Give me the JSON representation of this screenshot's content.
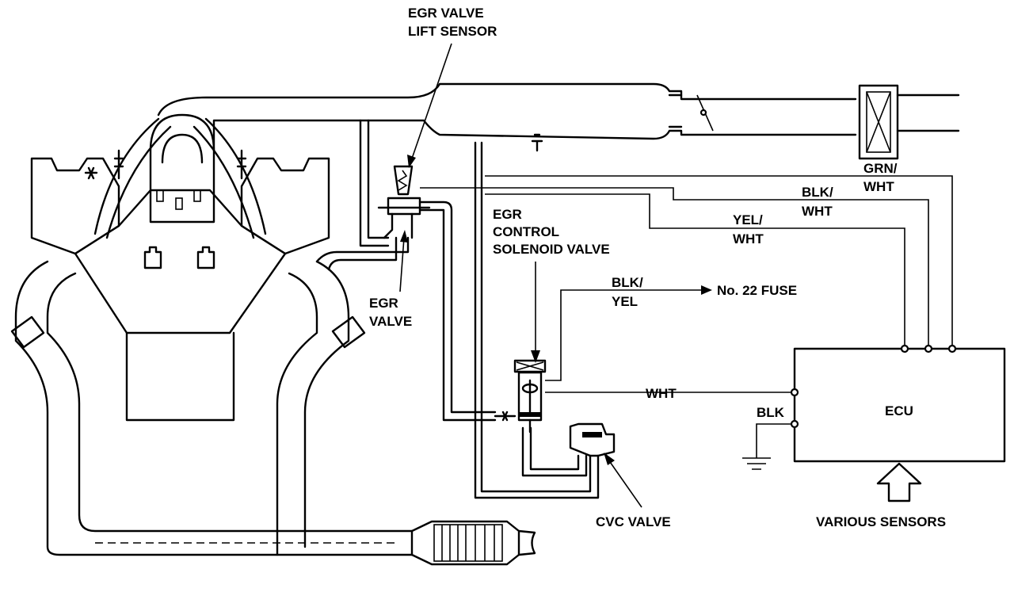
{
  "labels": {
    "egr_lift_sensor": [
      "EGR VALVE",
      "LIFT SENSOR"
    ],
    "egr_valve": [
      "EGR",
      "VALVE"
    ],
    "egr_solenoid": [
      "EGR",
      "CONTROL",
      "SOLENOID VALVE"
    ],
    "cvc_valve": "CVC VALVE",
    "ecu": "ECU",
    "various_sensors": "VARIOUS SENSORS",
    "fuse": "No. 22 FUSE"
  },
  "wires": {
    "grn_wht": [
      "GRN/",
      "WHT"
    ],
    "blk_wht": [
      "BLK/",
      "WHT"
    ],
    "yel_wht": [
      "YEL/",
      "WHT"
    ],
    "blk_yel": [
      "BLK/",
      "YEL"
    ],
    "wht": "WHT",
    "blk": "BLK"
  },
  "colors": {
    "ink": "#000000",
    "paper": "#ffffff"
  }
}
